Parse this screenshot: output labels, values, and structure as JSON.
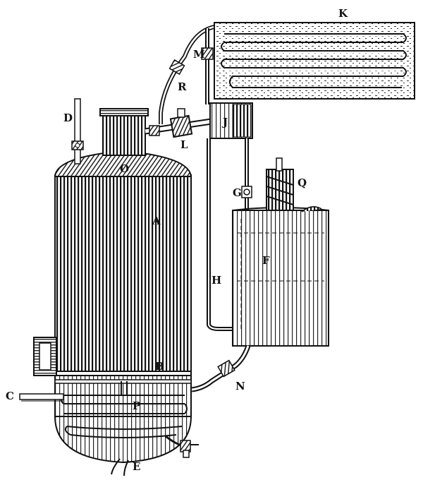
{
  "labels": {
    "A": "A",
    "B": "B",
    "C": "C",
    "D": "D",
    "E": "E",
    "F": "F",
    "G": "G",
    "H": "H",
    "J": "J",
    "K": "K",
    "L": "L",
    "M": "M",
    "N": "N",
    "O": "O",
    "P": "P",
    "Q": "Q",
    "R": "R"
  },
  "colors": {
    "ink": "#111111",
    "paper": "#ffffff",
    "shade": "#2a2a2a"
  }
}
